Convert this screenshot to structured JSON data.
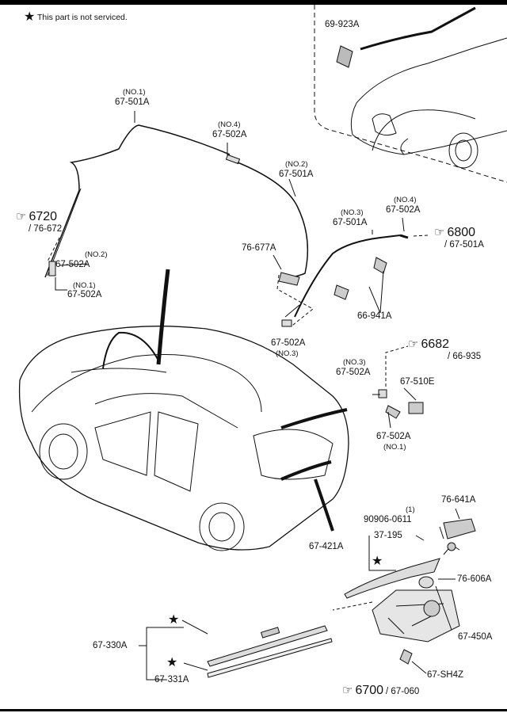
{
  "note": {
    "star": "★",
    "text": "This part is not serviced."
  },
  "labels": {
    "p69923a": "69-923A",
    "hose1_no": "(NO.1)",
    "hose1": "67-501A",
    "j4_no": "(NO.4)",
    "j4": "67-502A",
    "hose2_no": "(NO.2)",
    "hose2": "67-501A",
    "hose3_no": "(NO.3)",
    "hose3": "67-501A",
    "j4b_no": "(NO.4)",
    "j4b": "67-502A",
    "valve": "76-677A",
    "j2_no": "(NO.2)",
    "j2": "67-502A",
    "j1_no": "(NO.1)",
    "j1": "67-502A",
    "clip": "66-941A",
    "j3": "67-502A",
    "j3_no": "(NO.3)",
    "j3b_no": "(NO.3)",
    "j3b": "67-502A",
    "nozzle": "67-510E",
    "j1b": "67-502A",
    "j1b_no": "(NO.1)",
    "nut_qty": "(1)",
    "nut": "90906-0611",
    "cap": "76-641A",
    "p37195": "37-195",
    "arm": "67-421A",
    "seal": "76-606A",
    "motor": "67-450A",
    "blade": "67-330A",
    "rubber": "67-331A",
    "conn": "67-SH4Z"
  },
  "refs": {
    "r6720": {
      "num": "6720",
      "sub": "/ 76-672"
    },
    "r6800": {
      "num": "6800",
      "sub": "/ 67-501A"
    },
    "r6682": {
      "num": "6682",
      "sub": "/ 66-935"
    },
    "r6700": {
      "num": "6700",
      "sub": "/ 67-060"
    }
  },
  "icons": {
    "hand": "☞",
    "star": "★"
  }
}
